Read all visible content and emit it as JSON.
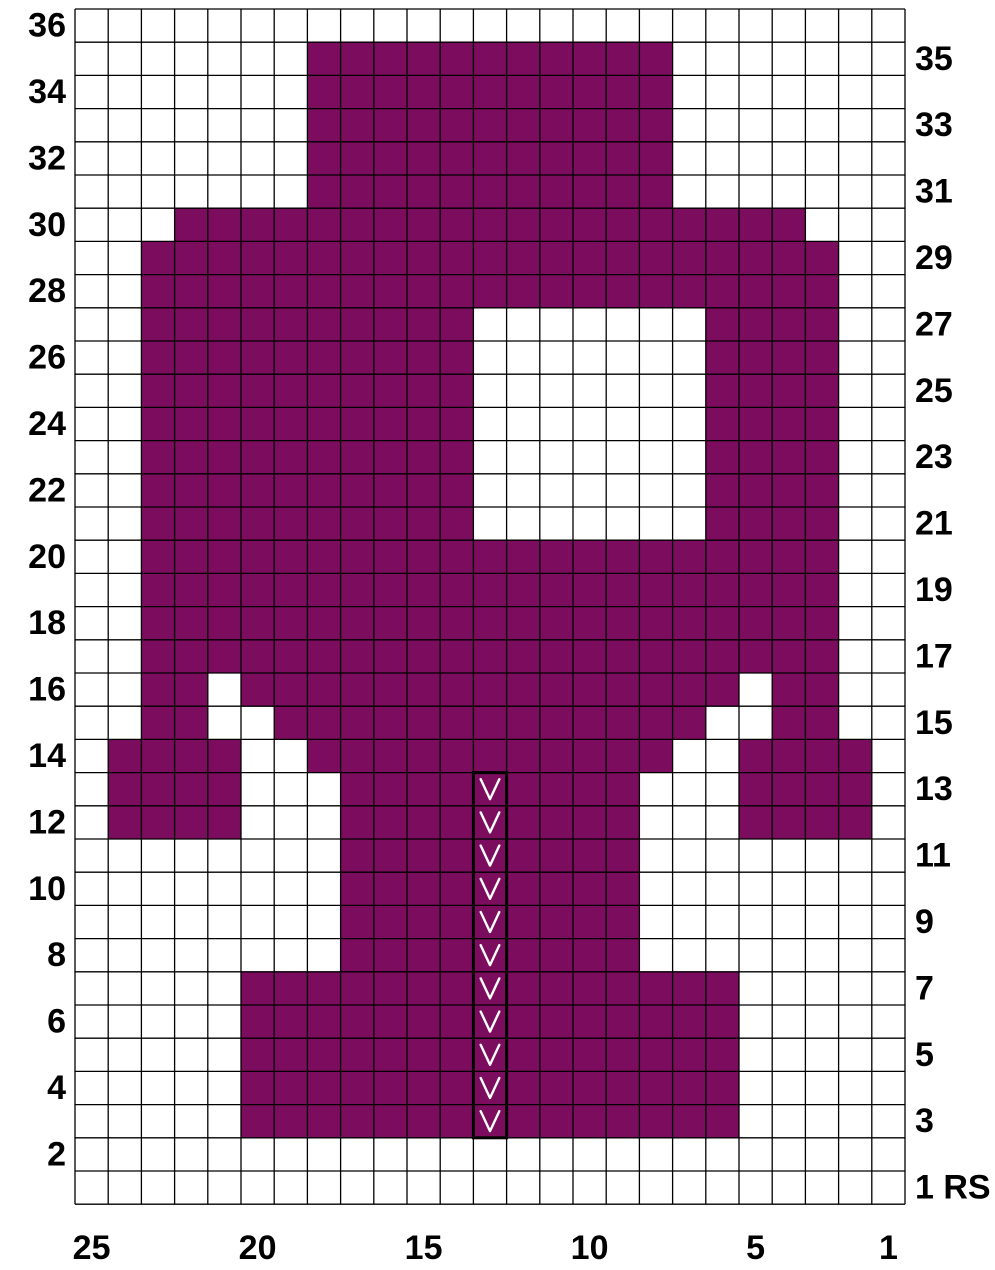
{
  "chart_data": {
    "type": "knitting-chart",
    "columns": 25,
    "rows": 36,
    "colors": {
      "fill": "#7b0c5e",
      "background": "#ffffff",
      "grid": "#000000",
      "symbol": "#ffffff"
    },
    "left_row_labels": [
      "36",
      "34",
      "32",
      "30",
      "28",
      "26",
      "24",
      "22",
      "20",
      "18",
      "16",
      "14",
      "12",
      "10",
      "8",
      "6",
      "4",
      "2"
    ],
    "right_row_labels": [
      "35",
      "33",
      "31",
      "29",
      "27",
      "25",
      "23",
      "21",
      "19",
      "17",
      "15",
      "13",
      "11",
      "9",
      "7",
      "5",
      "3",
      "1 RS"
    ],
    "column_labels": [
      "25",
      "20",
      "15",
      "10",
      "5",
      "1"
    ],
    "filled_runs_by_row": {
      "3": [
        [
          6,
          20
        ]
      ],
      "4": [
        [
          6,
          20
        ]
      ],
      "5": [
        [
          6,
          20
        ]
      ],
      "6": [
        [
          6,
          20
        ]
      ],
      "7": [
        [
          6,
          20
        ]
      ],
      "8": [
        [
          9,
          17
        ]
      ],
      "9": [
        [
          9,
          17
        ]
      ],
      "10": [
        [
          9,
          17
        ]
      ],
      "11": [
        [
          9,
          17
        ]
      ],
      "12": [
        [
          2,
          5
        ],
        [
          9,
          17
        ],
        [
          21,
          24
        ]
      ],
      "13": [
        [
          2,
          5
        ],
        [
          9,
          17
        ],
        [
          21,
          24
        ]
      ],
      "14": [
        [
          2,
          5
        ],
        [
          8,
          18
        ],
        [
          21,
          24
        ]
      ],
      "15": [
        [
          3,
          4
        ],
        [
          7,
          19
        ],
        [
          22,
          23
        ]
      ],
      "16": [
        [
          3,
          4
        ],
        [
          6,
          20
        ],
        [
          22,
          23
        ]
      ],
      "17": [
        [
          3,
          23
        ]
      ],
      "18": [
        [
          3,
          23
        ]
      ],
      "19": [
        [
          3,
          23
        ]
      ],
      "20": [
        [
          3,
          23
        ]
      ],
      "21": [
        [
          3,
          6
        ],
        [
          14,
          23
        ]
      ],
      "22": [
        [
          3,
          6
        ],
        [
          14,
          23
        ]
      ],
      "23": [
        [
          3,
          6
        ],
        [
          14,
          23
        ]
      ],
      "24": [
        [
          3,
          6
        ],
        [
          14,
          23
        ]
      ],
      "25": [
        [
          3,
          6
        ],
        [
          14,
          23
        ]
      ],
      "26": [
        [
          3,
          6
        ],
        [
          14,
          23
        ]
      ],
      "27": [
        [
          3,
          6
        ],
        [
          14,
          23
        ]
      ],
      "28": [
        [
          3,
          23
        ]
      ],
      "29": [
        [
          3,
          23
        ]
      ],
      "30": [
        [
          4,
          22
        ]
      ],
      "31": [
        [
          8,
          18
        ]
      ],
      "32": [
        [
          8,
          18
        ]
      ],
      "33": [
        [
          8,
          18
        ]
      ],
      "34": [
        [
          8,
          18
        ]
      ],
      "35": [
        [
          8,
          18
        ]
      ]
    },
    "symbol_column": 13,
    "symbol_rows": [
      3,
      4,
      5,
      6,
      7,
      8,
      9,
      10,
      11,
      12,
      13
    ]
  }
}
